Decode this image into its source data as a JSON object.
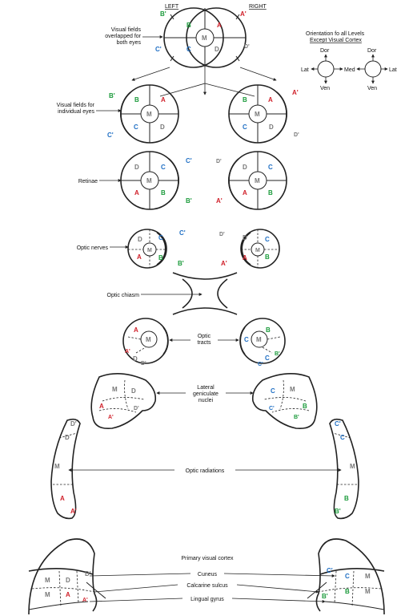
{
  "headers": {
    "left": "LEFT",
    "right": "RIGHT"
  },
  "labels": {
    "visual_fields_both": [
      "Visual fields",
      "overlapped for",
      "both eyes"
    ],
    "visual_fields_individual": [
      "Visual fields for",
      "individual eyes"
    ],
    "retinae": "Retinae",
    "optic_nerves": "Optic nerves",
    "optic_chiasm": "Optic chiasm",
    "optic_tracts": [
      "Optic",
      "tracts"
    ],
    "lgn": [
      "Lateral",
      "geniculate",
      "nuclei"
    ],
    "optic_radiations": "Optic radiations",
    "primary_visual_cortex": "Primary visual cortex",
    "cuneus": "Cuneus",
    "calcarine_sulcus": "Calcarine sulcus",
    "lingual_gyrus": "Lingual gyrus"
  },
  "orientation": {
    "title": [
      "Orientation fo all Levels",
      "Except Visual Cortex"
    ],
    "dor": "Dor",
    "ven": "Ven",
    "lat": "Lat",
    "med": "Med"
  },
  "quadrants": {
    "A": "A",
    "B": "B",
    "C": "C",
    "D": "D",
    "M": "M",
    "A_prime": "A'",
    "B_prime": "B'",
    "C_prime": "C'",
    "D_prime": "D'"
  },
  "colors": {
    "A": "#d0202a",
    "B": "#1a9a3a",
    "C": "#1f6fc4",
    "D": "#777777",
    "M": "#777777"
  }
}
